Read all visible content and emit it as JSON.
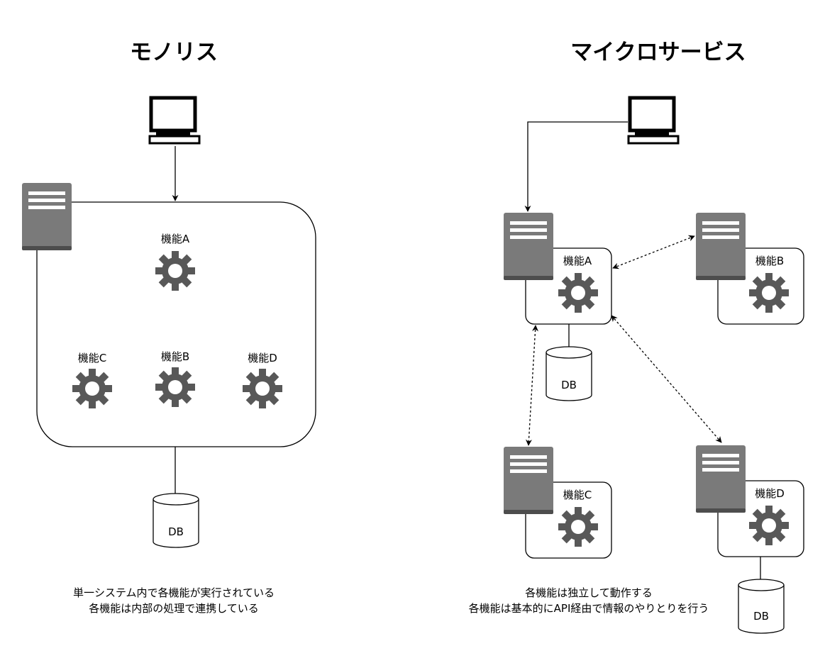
{
  "monolith": {
    "title": "モノリス",
    "features": [
      "機能A",
      "機能C",
      "機能B",
      "機能D"
    ],
    "db": "DB",
    "caption": [
      "単一システム内で各機能が実行されている",
      "各機能は内部の処理で連携している"
    ]
  },
  "micro": {
    "title": "マイクロサービス",
    "services": [
      "機能A",
      "機能B",
      "機能C",
      "機能D"
    ],
    "db_a": "DB",
    "db_d": "DB",
    "caption": [
      "各機能は独立して動作する",
      "各機能は基本的にAPI経由で情報のやりとりを行う"
    ]
  },
  "colors": {
    "server": "#7a7a7a",
    "server_dark": "#4d4d4d",
    "gear": "#585858",
    "line": "#000000"
  }
}
